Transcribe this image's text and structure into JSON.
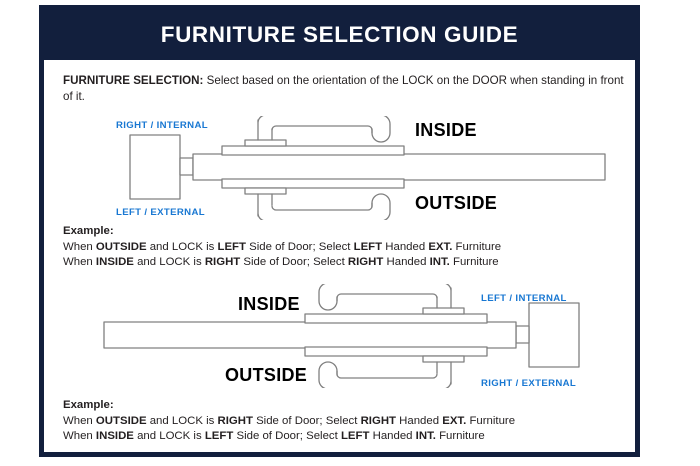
{
  "header": {
    "title": "FURNITURE SELECTION GUIDE"
  },
  "intro": {
    "label": "FURNITURE SELECTION:",
    "text": "Select based on the orientation of the LOCK on the DOOR when standing in front of it."
  },
  "colors": {
    "frame_navy": "#121F3D",
    "accent_blue": "#1877D2",
    "text_black": "#231f20",
    "drawing_line": "#808080",
    "page_white": "#ffffff"
  },
  "diagrams": [
    {
      "name": "left-hand-lock-diagram",
      "lock_side": "left",
      "labels": {
        "top_blue": "RIGHT / INTERNAL",
        "bottom_blue": "LEFT / EXTERNAL",
        "top_side": "INSIDE",
        "bottom_side": "OUTSIDE"
      }
    },
    {
      "name": "right-hand-lock-diagram",
      "lock_side": "right",
      "labels": {
        "top_blue": "LEFT / INTERNAL",
        "bottom_blue": "RIGHT / EXTERNAL",
        "top_side": "INSIDE",
        "bottom_side": "OUTSIDE"
      }
    }
  ],
  "examples": [
    {
      "heading": "Example:",
      "lines": [
        {
          "p1": "When ",
          "b1": "OUTSIDE",
          "p2": " and LOCK is ",
          "b2": "LEFT",
          "p3": " Side of Door;   Select ",
          "b3": "LEFT",
          "p4": " Handed ",
          "b4": "EXT.",
          "p5": " Furniture"
        },
        {
          "p1": "When ",
          "b1": "INSIDE",
          "p2": " and LOCK is ",
          "b2": "RIGHT",
          "p3": " Side of Door;  Select ",
          "b3": "RIGHT",
          "p4": " Handed ",
          "b4": "INT.",
          "p5": " Furniture"
        }
      ]
    },
    {
      "heading": "Example:",
      "lines": [
        {
          "p1": "When ",
          "b1": "OUTSIDE",
          "p2": " and LOCK is ",
          "b2": "RIGHT",
          "p3": " Side of Door;   Select ",
          "b3": "RIGHT",
          "p4": " Handed ",
          "b4": "EXT.",
          "p5": " Furniture"
        },
        {
          "p1": "When ",
          "b1": "INSIDE",
          "p2": " and LOCK is ",
          "b2": "LEFT",
          "p3": " Side of Door;  Select ",
          "b3": "LEFT",
          "p4": " Handed ",
          "b4": "INT.",
          "p5": " Furniture"
        }
      ]
    }
  ]
}
